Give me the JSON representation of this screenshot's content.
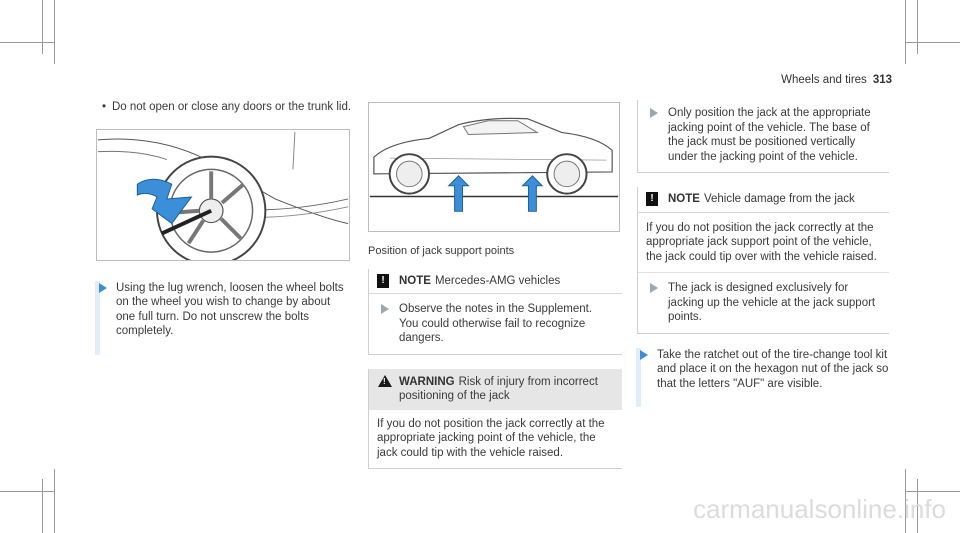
{
  "header": {
    "section": "Wheels and tires",
    "page": "313"
  },
  "col1": {
    "bullet": "Do not open or close any doors or the trunk lid.",
    "step": "Using the lug wrench, loosen the wheel bolts on the wheel you wish to change by about one full turn. Do not unscrew the bolts completely."
  },
  "col2": {
    "caption": "Position of jack support points",
    "note": {
      "label": "NOTE",
      "title": "Mercedes-AMG vehicles",
      "step": "Observe the notes in the Supplement. You could otherwise fail to recognize dangers."
    },
    "warning": {
      "label": "WARNING",
      "title": "Risk of injury from incorrect positioning of the jack",
      "body": "If you do not position the jack correctly at the appropriate jacking point of the vehicle, the jack could tip with the vehicle raised."
    }
  },
  "col3": {
    "step1": "Only position the jack at the appropriate jacking point of the vehicle. The base of the jack must be positioned vertically under the jacking point of the vehicle.",
    "note": {
      "label": "NOTE",
      "title": "Vehicle damage from the jack",
      "body": "If you do not position the jack correctly at the appropriate jack support point of the vehicle, the jack could tip over with the vehicle raised.",
      "step": "The jack is designed exclusively for jacking up the vehicle at the jack support points."
    },
    "step2": "Take the ratchet out of the tire-change tool kit and place it on the hexagon nut of the jack so that the letters \"AUF\" are visible."
  },
  "watermark": "carmanualsonline.info",
  "colors": {
    "accent": "#3a8fd8",
    "warning_bg": "#e6e6e6"
  }
}
